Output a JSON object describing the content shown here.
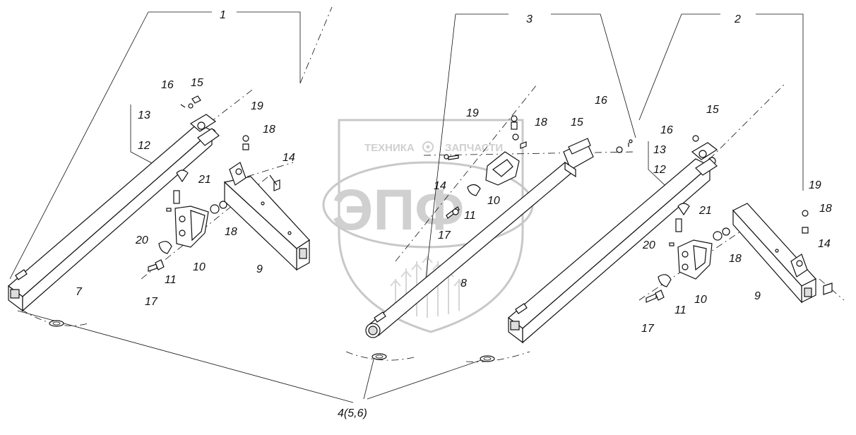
{
  "watermark": {
    "line1_left": "ТЕХНИКА",
    "line1_right": "ЗАПЧАСТИ",
    "logo": "ЭПФ",
    "gear_icon": "gear-icon"
  },
  "callouts": {
    "c1": "1",
    "c2": "2",
    "c3": "3",
    "c4": "4(5,6)",
    "left": {
      "l7": "7",
      "l9": "9",
      "l10": "10",
      "l11": "11",
      "l12": "12",
      "l13": "13",
      "l14": "14",
      "l15": "15",
      "l16": "16",
      "l17": "17",
      "l18a": "18",
      "l18b": "18",
      "l19": "19",
      "l20": "20",
      "l21": "21"
    },
    "middle": {
      "l8": "8",
      "l10": "10",
      "l11": "11",
      "l13": "13",
      "l14": "14",
      "l15": "15",
      "l16": "16",
      "l17": "17",
      "l18": "18",
      "l19": "19"
    },
    "right": {
      "l9": "9",
      "l10": "10",
      "l11": "11",
      "l12": "12",
      "l14": "14",
      "l17": "17",
      "l18a": "18",
      "l18b": "18",
      "l19": "19",
      "l20": "20",
      "l21": "21"
    }
  }
}
